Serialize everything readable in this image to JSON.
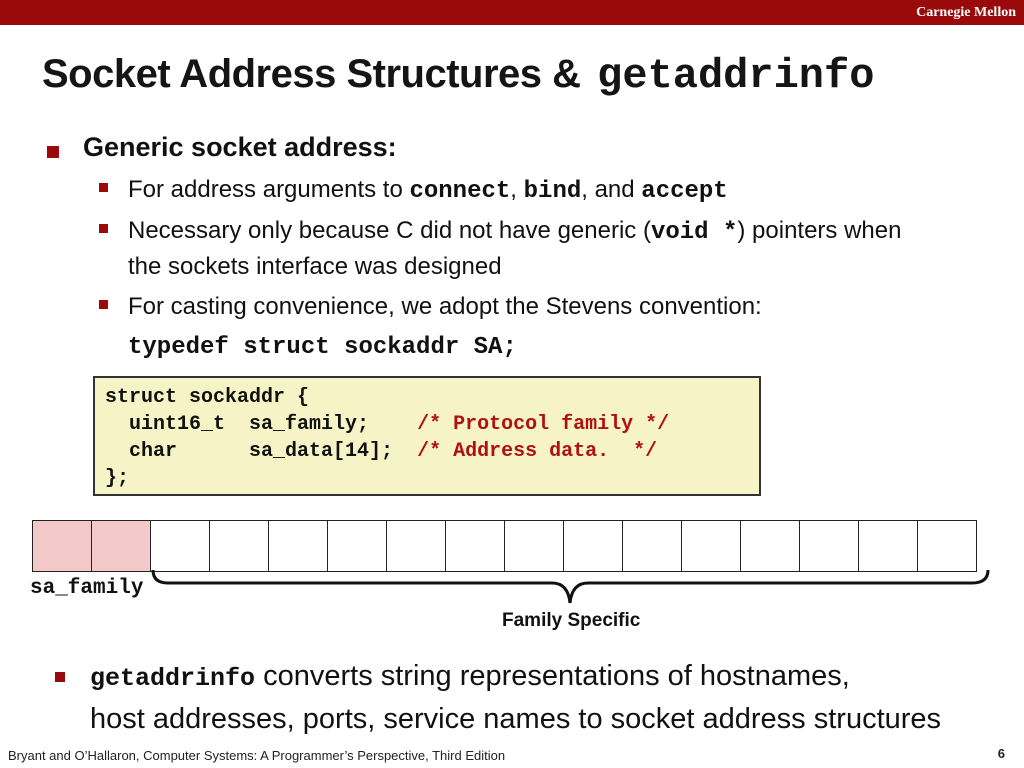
{
  "header": {
    "brand": "Carnegie Mellon"
  },
  "title": {
    "text": "Socket Address Structures & ",
    "code": "getaddrinfo"
  },
  "bullets": {
    "generic": "Generic socket address:",
    "sub1": {
      "prefix": "For address arguments to ",
      "code1": "connect",
      "sep1": ", ",
      "code2": "bind",
      "sep2": ", and ",
      "code3": "accept"
    },
    "sub2": {
      "prefix": "Necessary only because C did not have generic (",
      "code": "void *",
      "suffix": ") pointers when",
      "line2": "the sockets interface was designed"
    },
    "sub3": {
      "text": "For casting convenience, we adopt the Stevens convention:"
    },
    "typedef": "typedef struct sockaddr SA;"
  },
  "code": {
    "line1": "struct sockaddr {",
    "line2_code": "  uint16_t  sa_family;    ",
    "line2_comment": "/* Protocol family */",
    "line3_code": "  char      sa_data[14];  ",
    "line3_comment": "/* Address data.  */",
    "line4": "};"
  },
  "diagram": {
    "cells_total": 16,
    "family_cells": 2,
    "family_label": "sa_family",
    "specific_label": "Family Specific"
  },
  "getaddrinfo": {
    "code": "getaddrinfo",
    "line1": " converts string representations of hostnames,",
    "line2": "host addresses, ports, service names to socket address structures"
  },
  "footer": {
    "citation": "Bryant and O’Hallaron, Computer Systems: A Programmer’s Perspective, Third Edition",
    "page": "6"
  },
  "colors": {
    "accent": "#9b0a0a",
    "code_bg": "#f6f4c6",
    "family_cell": "#f2c8c8",
    "comment": "#b01010"
  }
}
